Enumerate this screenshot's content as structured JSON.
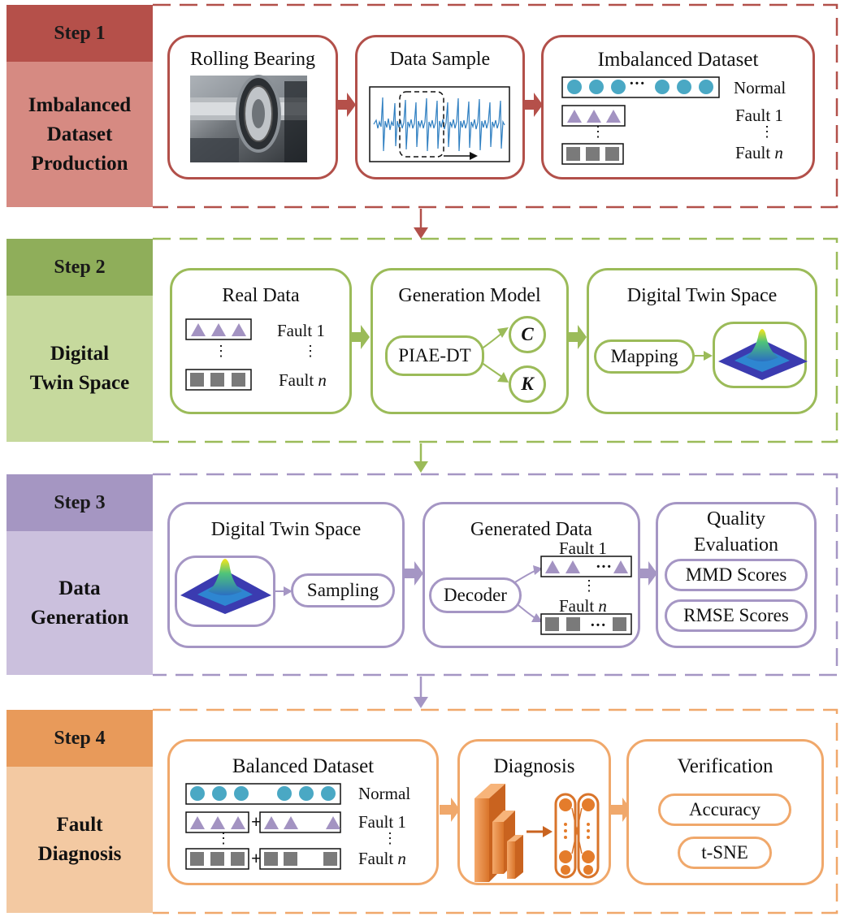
{
  "colors": {
    "step1_dark": "#b5504a",
    "step1_light": "#d68a82",
    "step1_line": "#b2504a",
    "step2_dark": "#8fae5a",
    "step2_light": "#c6d99d",
    "step2_line": "#9bbb59",
    "step3_dark": "#a596c2",
    "step3_light": "#cbc0dd",
    "step3_line": "#a596c4",
    "step4_dark": "#e89a5a",
    "step4_light": "#f3c9a2",
    "step4_line": "#f0a86b",
    "circle_teal": "#4aa8c4",
    "triangle_purple": "#a393c2",
    "square_gray": "#7a7a7a"
  },
  "step1": {
    "step_label": "Step 1",
    "name_lines": [
      "Imbalanced",
      "Dataset",
      "Production"
    ],
    "bearing_title": "Rolling Bearing",
    "sample_title": "Data Sample",
    "imbalanced_title": "Imbalanced Dataset",
    "normal": "Normal",
    "fault1": "Fault 1",
    "fault_prefix": "Fault ",
    "n": "n",
    "dots": "⋮",
    "ellipsis": "···"
  },
  "step2": {
    "step_label": "Step 2",
    "name_lines": [
      "Digital",
      "Twin Space"
    ],
    "real_title": "Real Data",
    "fault1": "Fault 1",
    "fault_prefix": "Fault ",
    "n": "n",
    "dots": "⋮",
    "model_title": "Generation Model",
    "piae": "PIAE-DT",
    "c": "C",
    "k": "K",
    "dts_title": "Digital Twin Space",
    "mapping": "Mapping"
  },
  "step3": {
    "step_label": "Step 3",
    "name_lines": [
      "Data",
      "Generation"
    ],
    "dts_title": "Digital Twin Space",
    "sampling": "Sampling",
    "gen_title": "Generated Data",
    "decoder": "Decoder",
    "fault1": "Fault 1",
    "fault_prefix": "Fault ",
    "n": "n",
    "dots": "⋮",
    "ellipsis": "···",
    "quality_line1": "Quality",
    "quality_line2": "Evaluation",
    "mmd": "MMD Scores",
    "rmse": "RMSE Scores"
  },
  "step4": {
    "step_label": "Step 4",
    "name_lines": [
      "Fault",
      "Diagnosis"
    ],
    "balanced_title": "Balanced Dataset",
    "normal": "Normal",
    "fault1": "Fault 1",
    "fault_prefix": "Fault ",
    "n": "n",
    "dots": "⋮",
    "ellipsis": "···",
    "plus": "+",
    "diag_title": "Diagnosis",
    "verif_title": "Verification",
    "accuracy": "Accuracy",
    "tsne": "t-SNE"
  }
}
